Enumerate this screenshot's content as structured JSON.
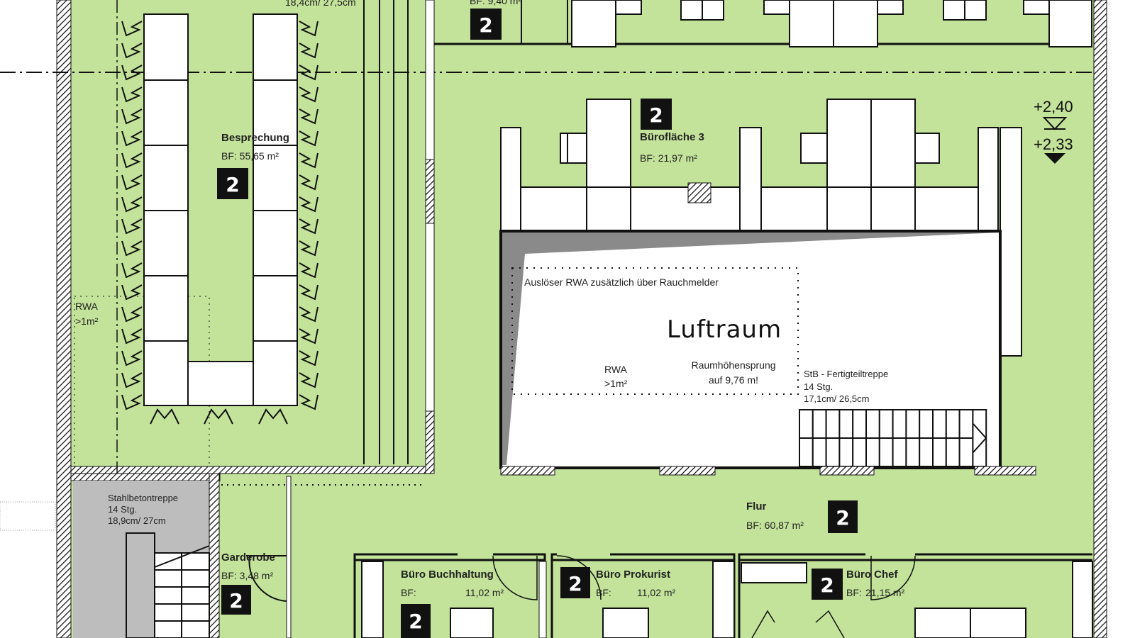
{
  "colors": {
    "room_fill": "#c3e29a",
    "stair_fill": "#bdbdbd",
    "void_fill": "#ffffff",
    "wall": "#111111",
    "badge": "#111111"
  },
  "top_dim": "18,4cm/ 27,5cm",
  "top_room_bf": "BF: 9,40 m²",
  "badge_value": "2",
  "besprechung": {
    "name": "Besprechung",
    "bf": "BF:   55,65 m²"
  },
  "rwa_left": {
    "line1": "RWA",
    "line2": ">1m²"
  },
  "buroflaeche": {
    "name": "Bürofläche 3",
    "bf": "BF:  21,97 m²"
  },
  "levels": {
    "upper": "+2,40",
    "lower": "+2,33"
  },
  "luftraum": {
    "title": "Luftraum",
    "note": "Auslöser RWA zusätzlich über Rauchmelder",
    "rwa_line1": "RWA",
    "rwa_line2": ">1m²",
    "height_line1": "Raumhöhensprung",
    "height_line2": "auf 9,76 m!"
  },
  "precast_stair": {
    "line1": "StB - Fertigteiltreppe",
    "line2": "14 Stg.",
    "line3": "17,1cm/ 26,5cm"
  },
  "concrete_stair": {
    "line1": "Stahlbetontreppe",
    "line2": "14 Stg.",
    "line3": "18,9cm/ 27cm"
  },
  "garderobe": {
    "name": "Garderobe",
    "bf": "BF: 3,48 m²"
  },
  "flur": {
    "name": "Flur",
    "bf": "BF: 60,87 m²"
  },
  "offices": [
    {
      "name": "Büro Buchhaltung",
      "bf_label": "BF:",
      "bf_value": "11,02 m²"
    },
    {
      "name": "Büro Prokurist",
      "bf_label": "BF:",
      "bf_value": "11,02 m²"
    },
    {
      "name": "Büro Chef",
      "bf_label": "BF:",
      "bf_value": "21,15 m²"
    }
  ]
}
